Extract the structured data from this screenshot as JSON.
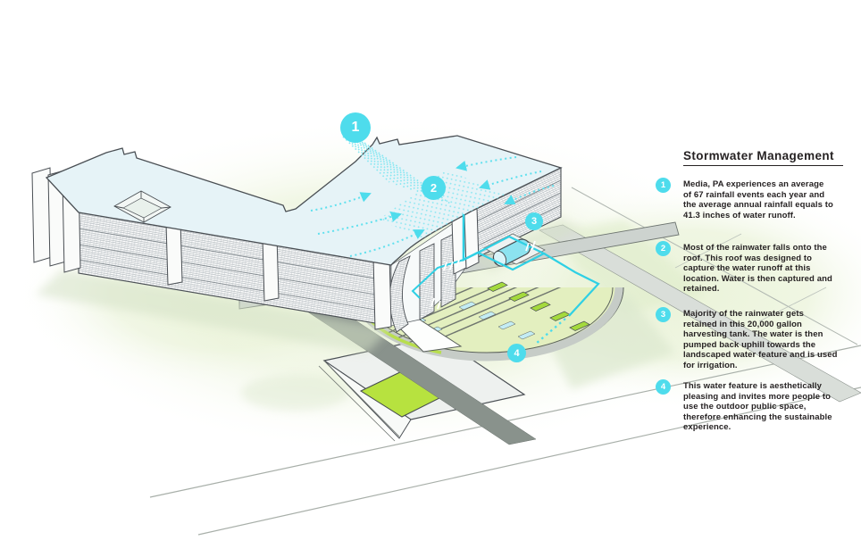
{
  "panel": {
    "title": "Stormwater Management",
    "items": [
      {
        "number": "1",
        "text": "Media, PA experiences an average\nof 67 rainfall events each year and\nthe average annual rainfall equals to\n41.3 inches of water runoff."
      },
      {
        "number": "2",
        "text": "Most of the rainwater falls onto the\nroof. This roof was designed to\ncapture the water runoff at this\nlocation. Water is then captured and\nretained."
      },
      {
        "number": "3",
        "text": "Majority of the rainwater gets\nretained in this 20,000 gallon\nharvesting tank. The water is then\npumped back uphill towards the\nlandscaped water feature and is used\nfor irrigation."
      },
      {
        "number": "4",
        "text": "This water feature is aesthetically\npleasing and invites more people to\nuse the outdoor public space,\ntherefore enhancing the sustainable\nexperience."
      }
    ]
  },
  "diagram": {
    "markers": [
      {
        "number": "1"
      },
      {
        "number": "2"
      },
      {
        "number": "3"
      },
      {
        "number": "4"
      }
    ]
  },
  "colors": {
    "accent_cyan": "#4edcec",
    "water_cyan": "#2fd0e4",
    "roof_blue": "#e6f3f7",
    "ground_green": "#eaf3d9",
    "lawn_green": "#b7e23f",
    "planter_green": "#a4da3d",
    "path_gray": "#cdd3cf",
    "walkway_gray": "#89928c",
    "text_dark": "#262223"
  }
}
